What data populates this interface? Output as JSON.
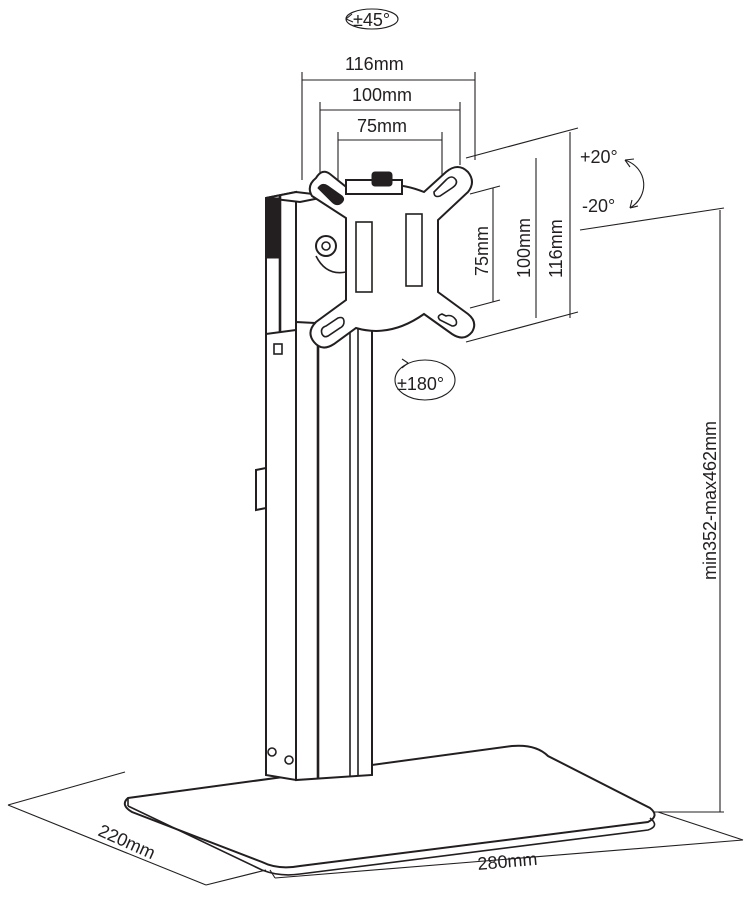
{
  "dimensions": {
    "swivel": "±45°",
    "vesa_h_116": "116mm",
    "vesa_h_100": "100mm",
    "vesa_h_75": "75mm",
    "vesa_v_75": "75mm",
    "vesa_v_100": "100mm",
    "vesa_v_116": "116mm",
    "tilt_up": "+20°",
    "tilt_down": "-20°",
    "rotation": "±180°",
    "height_range": "min352-max462mm",
    "base_depth": "220mm",
    "base_width": "280mm"
  },
  "colors": {
    "line": "#231f20",
    "background": "#ffffff"
  }
}
